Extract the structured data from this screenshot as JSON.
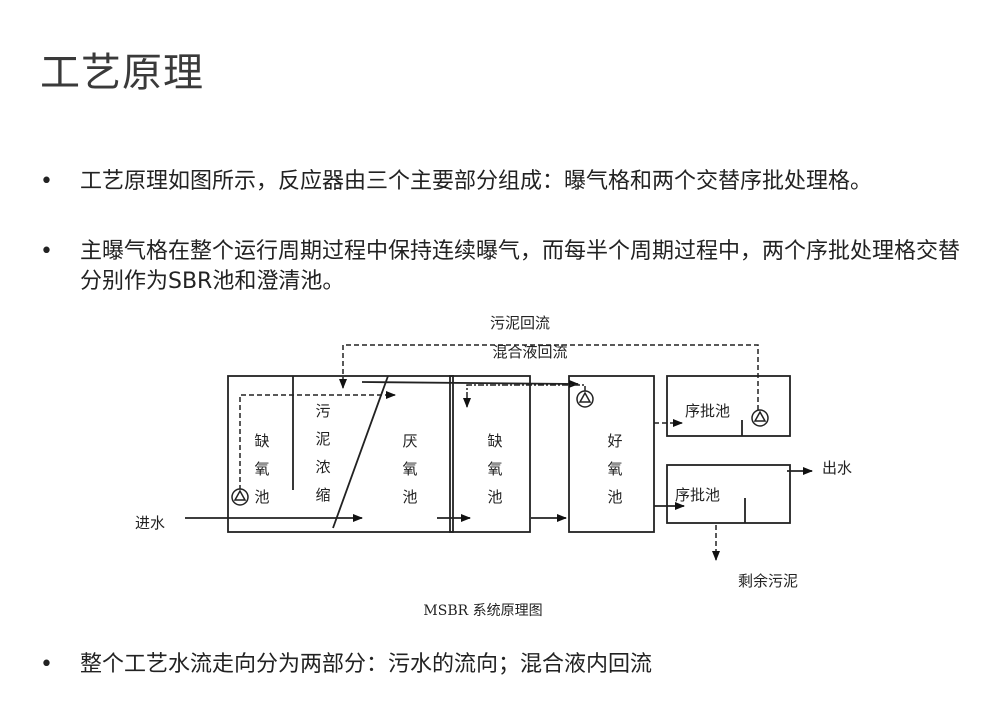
{
  "slide": {
    "title": "工艺原理",
    "bullet_symbol": "•",
    "bullets": [
      "工艺原理如图所示，反应器由三个主要部分组成：曝气格和两个交替序批处理格。",
      "主曝气格在整个运行周期过程中保持连续曝气，而每半个周期过程中，两个序批处理格交替分别作为SBR池和澄清池。",
      "整个工艺水流走向分为两部分：污水的流向；混合液内回流"
    ]
  },
  "diagram": {
    "caption": "MSBR 系统原理图",
    "sludge_return": "污泥回流",
    "mixed_liquor_return": "混合液回流",
    "inlet": "进水",
    "outlet": "出水",
    "excess_sludge": "剩余污泥",
    "anoxic1": [
      "缺",
      "氧",
      "池"
    ],
    "thickening": [
      "污",
      "泥",
      "浓",
      "缩"
    ],
    "anaerobic": [
      "厌",
      "氧",
      "池"
    ],
    "anoxic2": [
      "缺",
      "氧",
      "池"
    ],
    "aerobic": [
      "好",
      "氧",
      "池"
    ],
    "sbr_top": "序批池",
    "sbr_bottom": "序批池",
    "icons": {
      "pump": "pump-icon"
    }
  }
}
